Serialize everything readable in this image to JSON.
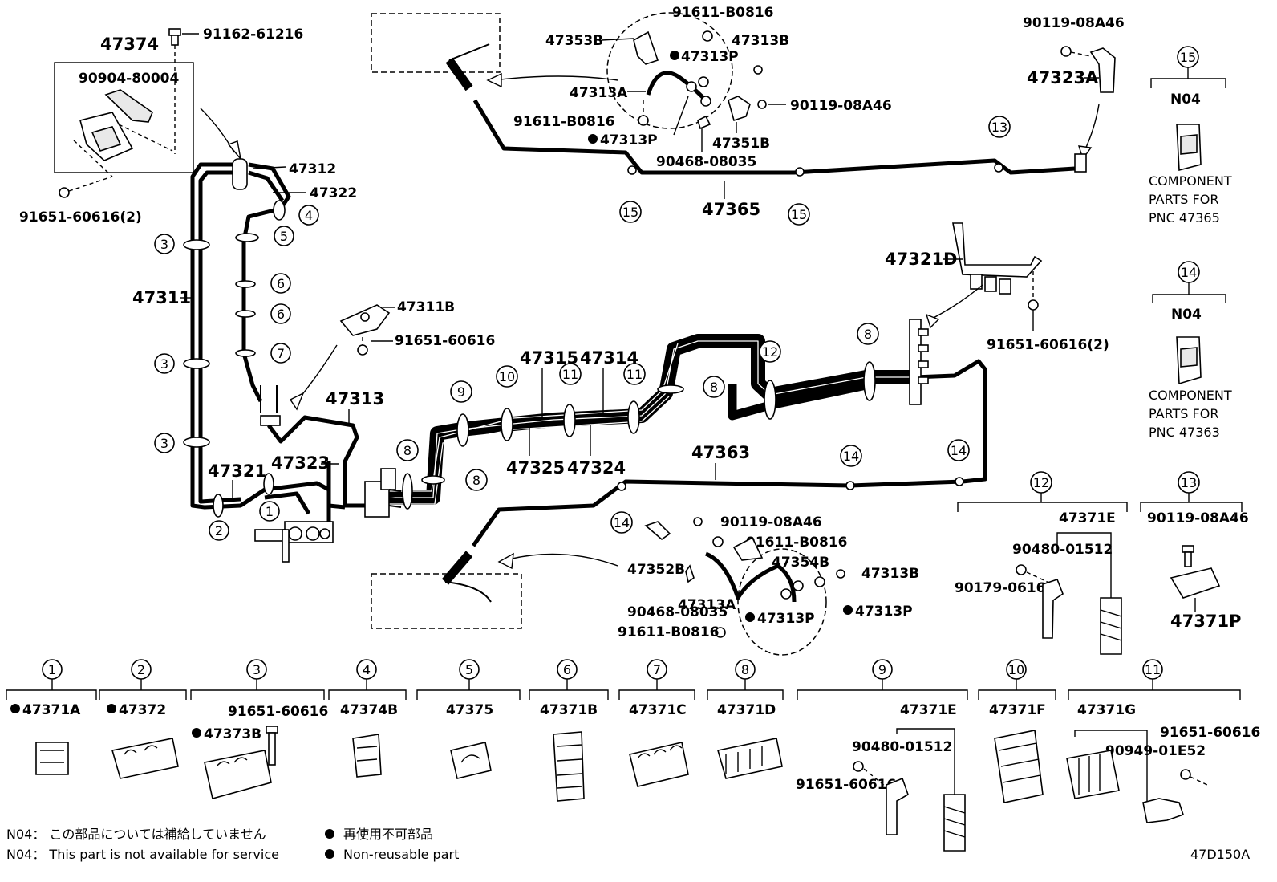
{
  "parts": {
    "p47374": "47374",
    "p91162_61216": "91162-61216",
    "p90904_80004": "90904-80004",
    "p91651_60616_2_a": "91651-60616(2)",
    "p47312": "47312",
    "p47322": "47322",
    "p47311": "47311",
    "p47311B": "47311B",
    "p91651_60616_a": "91651-60616",
    "p47313": "47313",
    "p47321": "47321",
    "p47323": "47323",
    "p47315": "47315",
    "p47314": "47314",
    "p47325": "47325",
    "p47324": "47324",
    "p47363": "47363",
    "p47321D": "47321D",
    "p91651_60616_2_b": "91651-60616(2)",
    "p47353B": "47353B",
    "p91611_B0816_a": "91611-B0816",
    "p47313B_a": "47313B",
    "p47313P_a": "47313P",
    "p47313A_a": "47313A",
    "p91611_B0816_b": "91611-B0816",
    "p47313P_b": "47313P",
    "p90119_08A46_a": "90119-08A46",
    "p47351B": "47351B",
    "p90468_08035_a": "90468-08035",
    "p47365": "47365",
    "p90119_08A46_b": "90119-08A46",
    "p47323A": "47323A",
    "p90119_08A46_c": "90119-08A46",
    "p91611_B0816_c": "91611-B0816",
    "p47354B": "47354B",
    "p47352B": "47352B",
    "p47313A_b": "47313A",
    "p47313B_b": "47313B",
    "p90468_08035_b": "90468-08035",
    "p47313P_c": "47313P",
    "p47313P_d": "47313P",
    "p91611_B0816_d": "91611-B0816"
  },
  "callouts": {
    "c15_top": "15",
    "c15_a": "15",
    "c15_b": "15",
    "c13_a": "13",
    "c14_top": "14",
    "c14_a": "14",
    "c14_b": "14",
    "c14_c": "14",
    "c12_top": "12",
    "c13_top": "13",
    "c12_a": "12",
    "c8_a": "8",
    "c8_b": "8",
    "c8_c": "8",
    "c8_d": "8",
    "c9_a": "9",
    "c10_a": "10",
    "c11_a": "11",
    "c11_b": "11",
    "c1_a": "1",
    "c2_a": "2",
    "c3_a": "3",
    "c3_b": "3",
    "c3_c": "3",
    "c4_a": "4",
    "c5_a": "5",
    "c6_a": "6",
    "c6_b": "6",
    "c7_a": "7"
  },
  "components": {
    "n15": "N04",
    "n15_text": [
      "COMPONENT",
      "PARTS FOR",
      "PNC 47365"
    ],
    "n14": "N04",
    "n14_text": [
      "COMPONENT",
      "PARTS FOR",
      "PNC 47363"
    ],
    "g12_title": "47371E",
    "g12_p1": "90480-01512",
    "g12_p2": "90179-06161",
    "g13_p1": "90119-08A46",
    "g13_p2": "47371P"
  },
  "bottom_row": [
    {
      "num": "1",
      "part": "47371A",
      "non_reusable": true
    },
    {
      "num": "2",
      "part": "47372",
      "non_reusable": true
    },
    {
      "num": "3",
      "part": "47373B",
      "non_reusable": true,
      "extra": "91651-60616"
    },
    {
      "num": "4",
      "part": "47374B",
      "non_reusable": false
    },
    {
      "num": "5",
      "part": "47375",
      "non_reusable": false
    },
    {
      "num": "6",
      "part": "47371B",
      "non_reusable": false
    },
    {
      "num": "7",
      "part": "47371C",
      "non_reusable": false
    },
    {
      "num": "8",
      "part": "47371D",
      "non_reusable": false
    },
    {
      "num": "9",
      "part": "47371E",
      "non_reusable": false,
      "extra": "90480-01512",
      "extra2": "91651-60616"
    },
    {
      "num": "10",
      "part": "47371F",
      "non_reusable": false
    },
    {
      "num": "11",
      "part": "47371G",
      "non_reusable": false,
      "extra": "91651-60616",
      "extra2": "90949-01E52"
    }
  ],
  "legend": {
    "n04_jp": "N04： この部品については補給していません",
    "n04_en": "N04： This part is not available for service",
    "nr_jp": "再使用不可部品",
    "nr_en": "Non-reusable part"
  },
  "figure_id": "47D150A"
}
